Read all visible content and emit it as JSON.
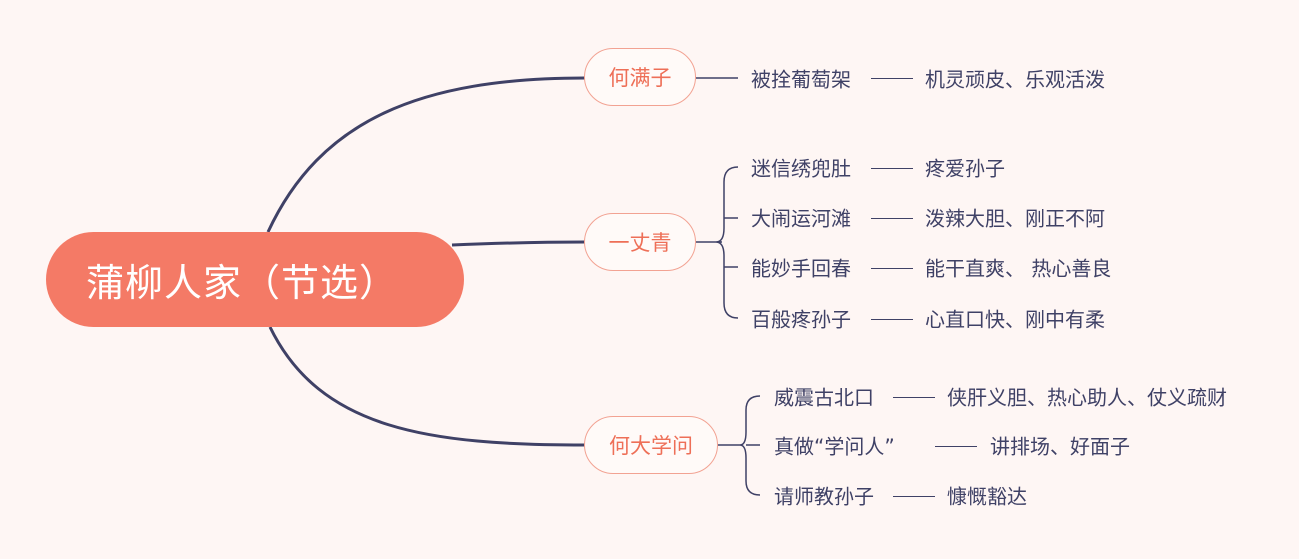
{
  "colors": {
    "background": "#fef6f4",
    "root_fill": "#f47a66",
    "branch_border": "#f2a292",
    "branch_text": "#ee6f57",
    "line": "#3f4166"
  },
  "root": {
    "title": "蒲柳人家（节选）"
  },
  "branches": [
    {
      "name": "何满子",
      "items": [
        {
          "event": "被拴葡萄架",
          "trait": "机灵顽皮、乐观活泼"
        }
      ]
    },
    {
      "name": "一丈青",
      "items": [
        {
          "event": "迷信绣兜肚",
          "trait": "疼爱孙子"
        },
        {
          "event": "大闹运河滩",
          "trait": "泼辣大胆、刚正不阿"
        },
        {
          "event": "能妙手回春",
          "trait": "能干直爽、 热心善良"
        },
        {
          "event": "百般疼孙子",
          "trait": "心直口快、刚中有柔"
        }
      ]
    },
    {
      "name": "何大学问",
      "items": [
        {
          "event": "威震古北口",
          "trait": "侠肝义胆、热心助人、仗义疏财"
        },
        {
          "event": "真做“学问人”",
          "trait": "讲排场、好面子"
        },
        {
          "event": "请师教孙子",
          "trait": "慷慨豁达"
        }
      ]
    }
  ]
}
